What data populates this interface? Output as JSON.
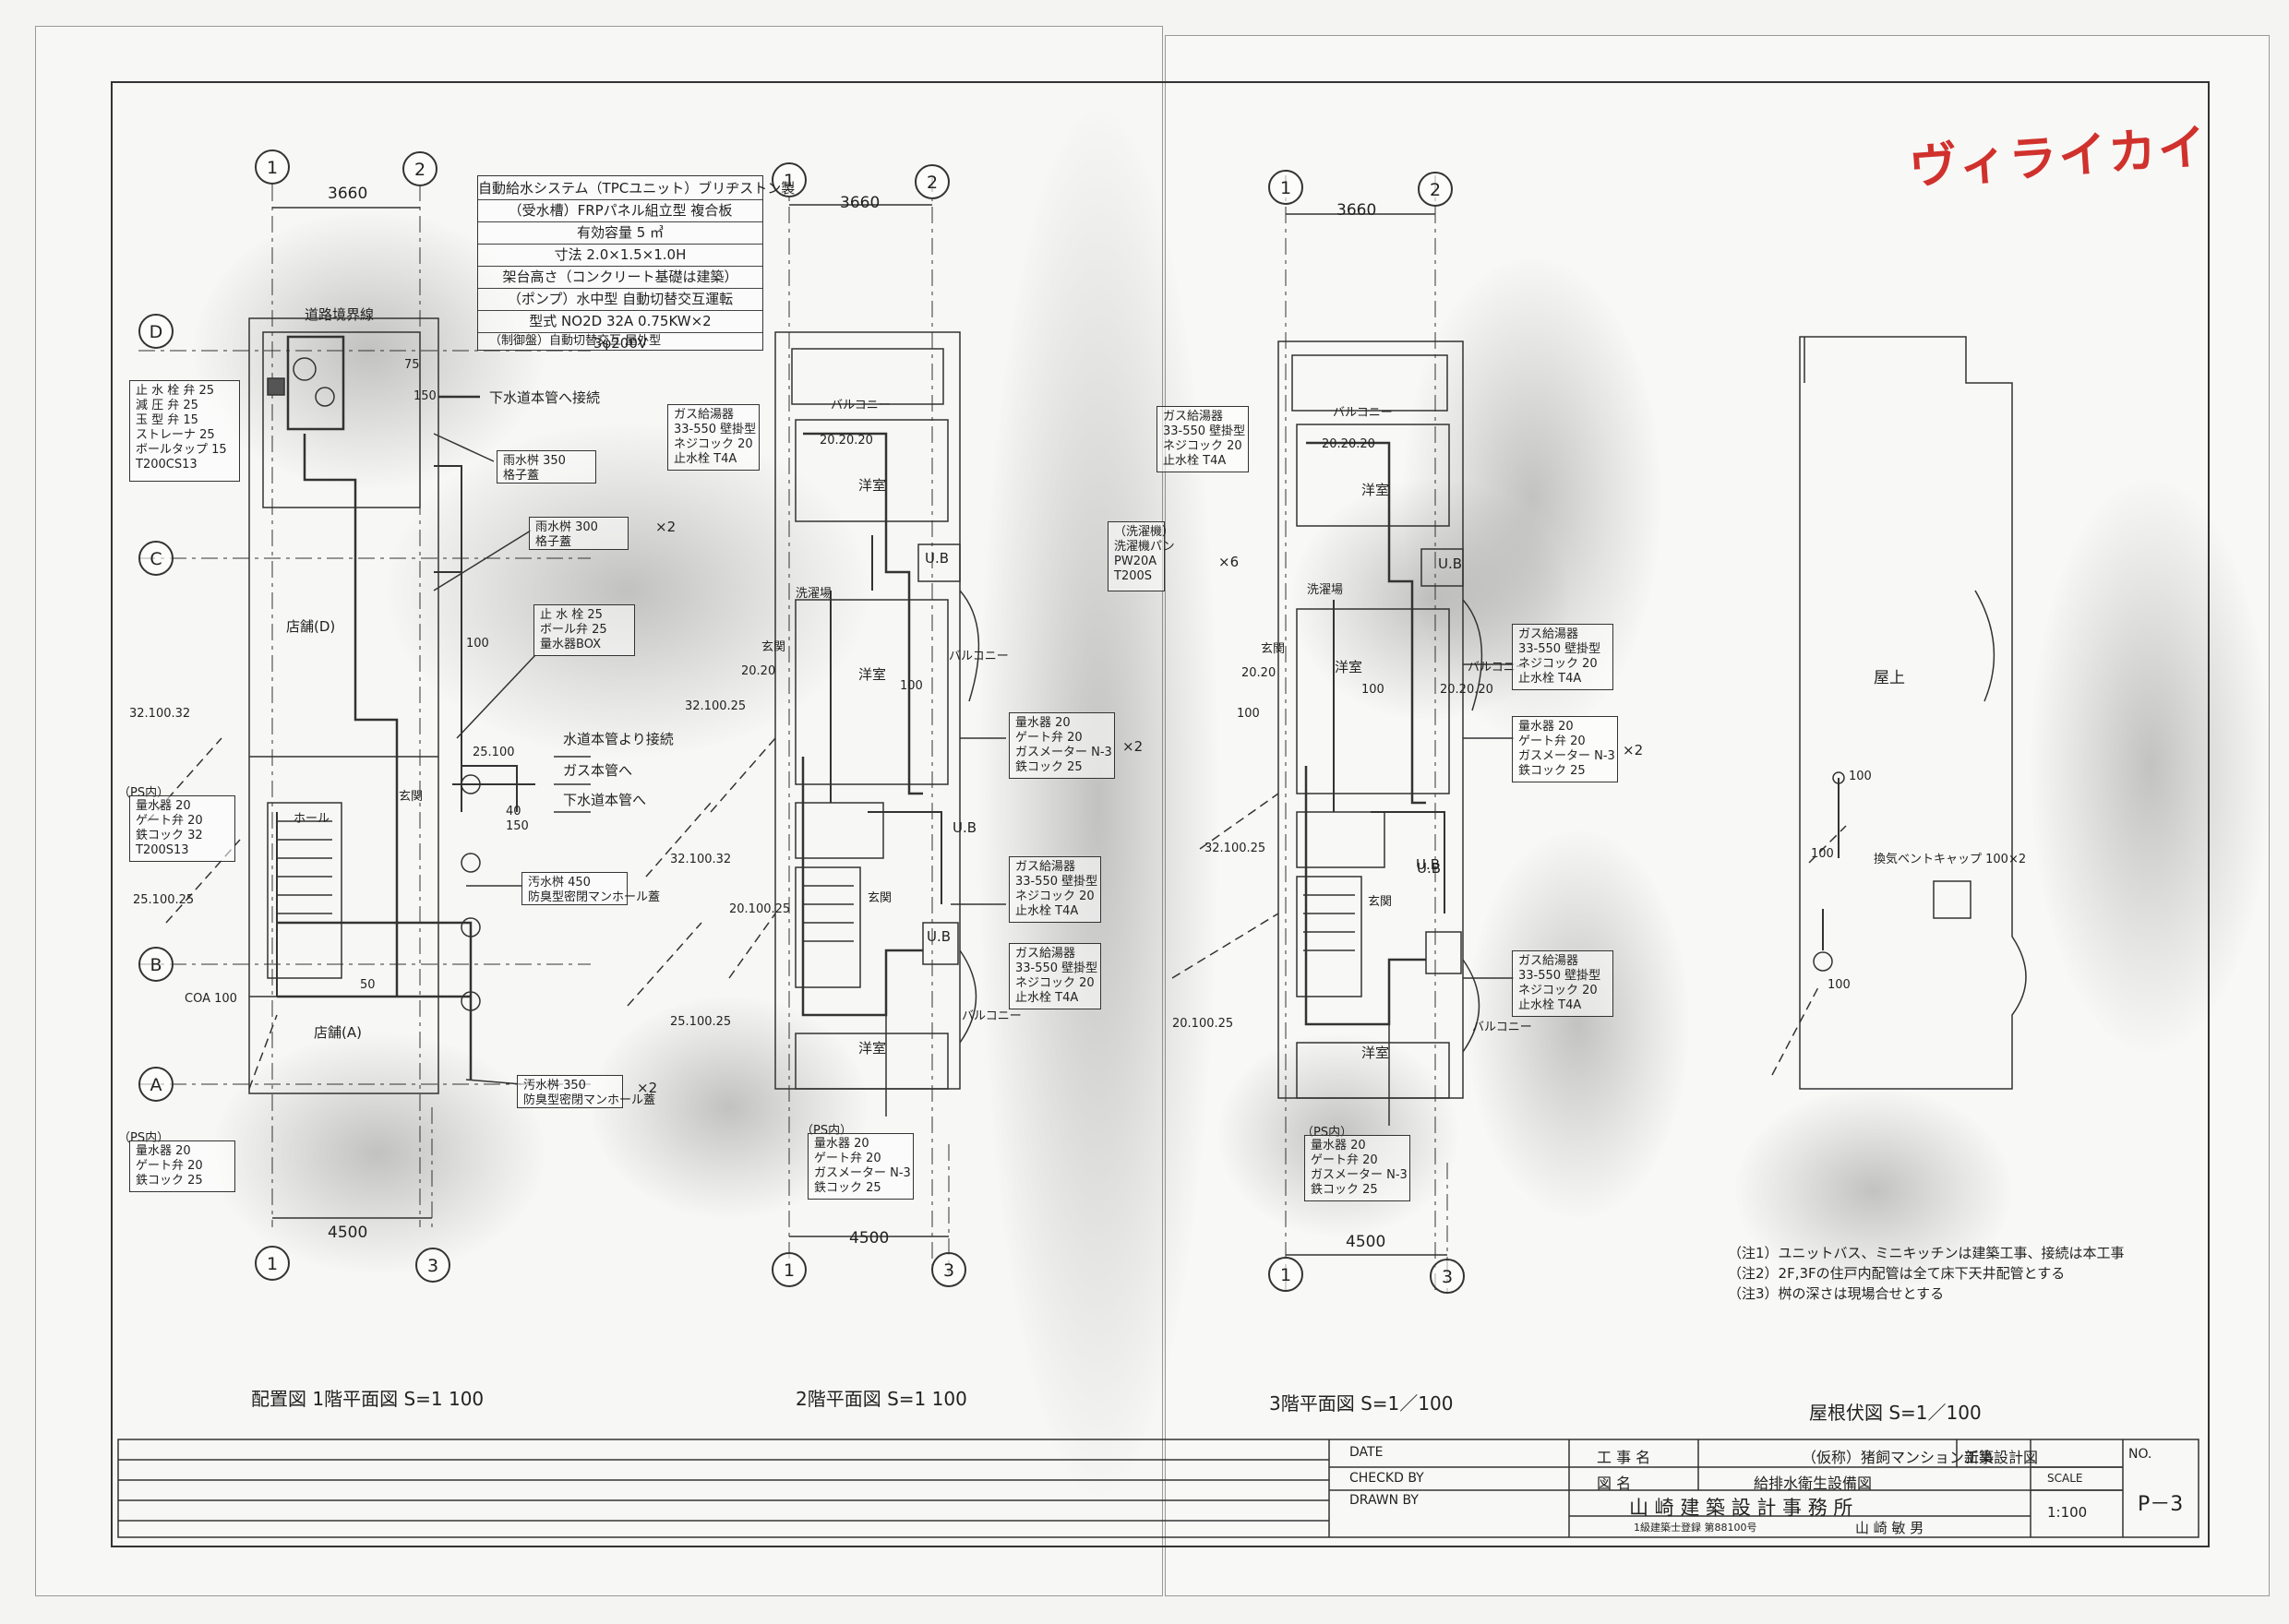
{
  "stamp": "ヴィライカイ",
  "grid": {
    "dim_top": "3660",
    "dim_bottom": "4500",
    "axis_numbers": [
      "1",
      "2",
      "3"
    ],
    "axis_letters": [
      "A",
      "B",
      "C",
      "D"
    ]
  },
  "drawing_titles": {
    "first_floor": "配置図 1階平面図 S=1 100",
    "second_floor": "2階平面図 S=1 100",
    "third_floor": "3階平面図 S=1／100",
    "roof": "屋根伏図 S=1／100"
  },
  "water_system_spec": [
    "自動給水システム（TPCユニット）ブリヂストン製",
    "（受水槽）FRPパネル組立型 複合板",
    "有効容量 5 ㎥",
    "寸法 2.0×1.5×1.0H",
    "架台高さ（コンクリート基礎は建築）",
    "（ポンプ）水中型 自動切替交互運転",
    "型式 NO2D 32A 0.75KW×2",
    "3φ200V",
    "（制御盤）自動切替交互 屋外型"
  ],
  "meter_box_1f": [
    "止 水 栓 弁 25",
    "減 圧 弁 25",
    "玉 型 弁 15",
    "ストレーナ 25",
    "ボールタップ 15",
    "T200CS13"
  ],
  "ps_1f": [
    "量水器 20",
    "ゲート弁 20",
    "鉄コック 32",
    "T200S13"
  ],
  "ps_1f_label": "（PS内）",
  "ps_generic": [
    "量水器 20",
    "ゲート弁 20",
    "ガスメーター N-3",
    "鉄コック 25"
  ],
  "ps_a": [
    "量水器 20",
    "ゲート弁 20",
    "鉄コック 25"
  ],
  "gas_heater": [
    "ガス給湯器",
    "33-550 壁掛型",
    "ネジコック 20",
    "止水栓 T4A"
  ],
  "washer": [
    "（洗濯機）",
    "洗濯機パン",
    "PW20A",
    "T200S"
  ],
  "rain_pit_1": [
    "雨水桝 350",
    "格子蓋"
  ],
  "rain_pit_2": [
    "雨水桝 300",
    "格子蓋"
  ],
  "sewage_pit_1": [
    "汚水桝 450",
    "防臭型密閉マンホール蓋"
  ],
  "sewage_pit_2": [
    "汚水桝 350",
    "防臭型密閉マンホール蓋"
  ],
  "valve_box": [
    "止 水 栓 25",
    "ボール弁 25",
    "量水器BOX"
  ],
  "connections": [
    "水道本管より接続",
    "ガス本管へ",
    "下水道本管へ"
  ],
  "sewer_main": "下水道本管へ接続",
  "road_label": "道路境界線",
  "rooms": {
    "balcony": "バルコニー",
    "western_room": "洋室",
    "washroom": "洗濯場",
    "entrance": "玄関",
    "hall": "ホール",
    "shop_d": "店舗(D)",
    "shop_a": "店舗(A)",
    "ub": "U.B",
    "roof_top": "屋上",
    "roof_vent": "換気ベントキャップ 100×2"
  },
  "pipe_sizes": [
    "20.20.20",
    "20.20",
    "32.100.32",
    "32.100.25",
    "25.100.25",
    "20.100.25",
    "25.100",
    "100",
    "75",
    "50",
    "40",
    "150",
    "COA 100",
    "×2",
    "×6"
  ],
  "notes": [
    "（注1）ユニットバス、ミニキッチンは建築工事、接続は本工事",
    "（注2）2F,3Fの住戸内配管は全て床下天井配管とする",
    "（注3）桝の深さは現場合せとする"
  ],
  "title_block": {
    "date_label": "DATE",
    "checked_label": "CHECKD BY",
    "drawn_label": "DRAWN BY",
    "project_label": "工 事 名",
    "project_name": "（仮称）猪飼マンション新築",
    "drawing_type": "工事設計図",
    "drawing_label": "図 名",
    "drawing_name": "給排水衛生設備図",
    "office": "山 崎 建 築 設 計 事 務 所",
    "license": "1級建築士登録 第88100号",
    "architect": "山 崎 敏 男",
    "no_label": "NO.",
    "scale_label": "SCALE",
    "scale": "1:100",
    "sheet_no": "P－3"
  }
}
